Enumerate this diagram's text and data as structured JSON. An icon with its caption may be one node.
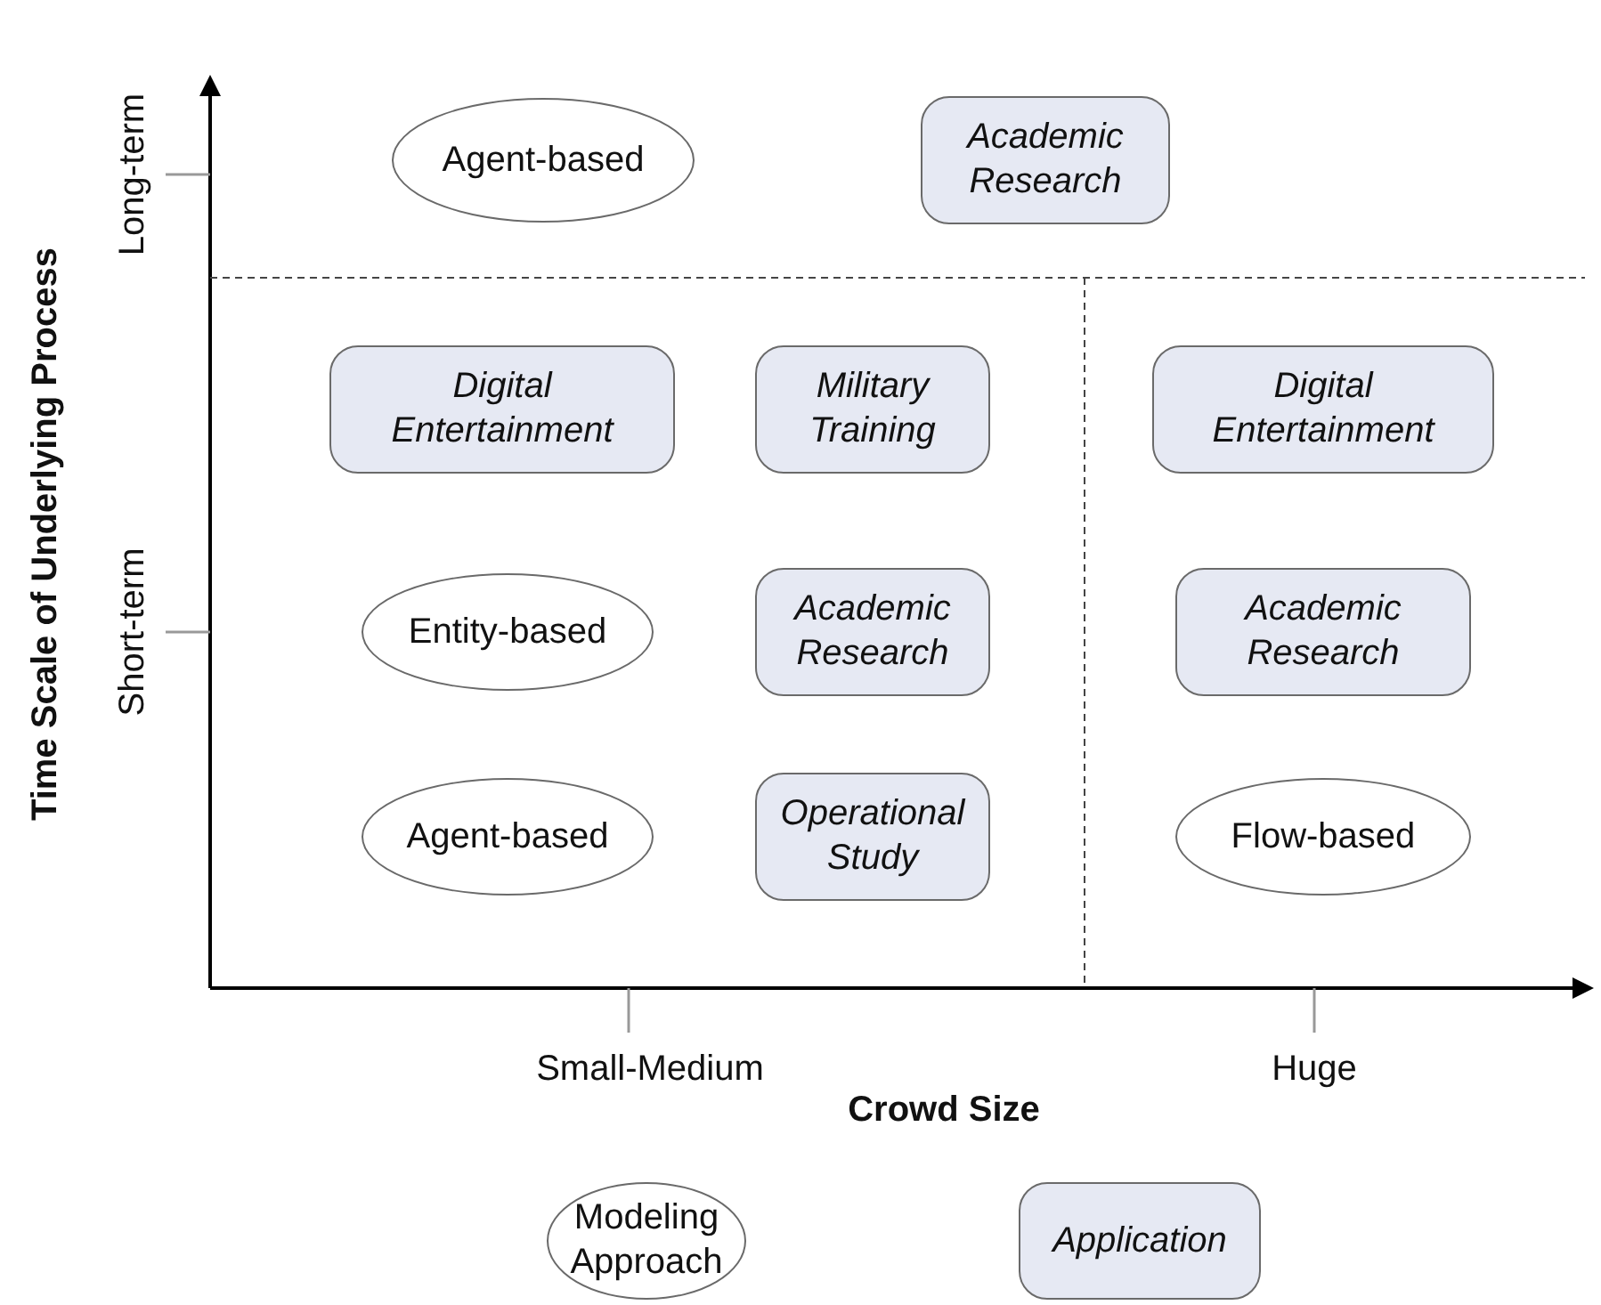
{
  "diagram": {
    "nodes": [
      {
        "text": [
          "Agent-based"
        ]
      },
      {
        "text": [
          "Academic Research"
        ]
      },
      {
        "text": [
          "Digital Entertainment"
        ]
      },
      {
        "text": [
          "Military Training"
        ]
      },
      {
        "text": [
          "Digital Entertainment"
        ]
      },
      {
        "text": [
          "Entity-based"
        ]
      },
      {
        "text": [
          "Academic Research"
        ]
      },
      {
        "text": [
          "Academic Research"
        ]
      },
      {
        "text": [
          "Agent-based"
        ]
      },
      {
        "text": [
          "Operational Study"
        ]
      },
      {
        "text": [
          "Flow-based"
        ]
      }
    ],
    "edges": [],
    "labels": [
      "Long-term",
      "Short-term",
      "Time Scale of Underlying Process",
      "Small-Medium",
      "Huge",
      "Crowd Size"
    ],
    "legend": [
      {
        "text": "Modeling Approach"
      },
      {
        "text": "Application"
      }
    ]
  }
}
